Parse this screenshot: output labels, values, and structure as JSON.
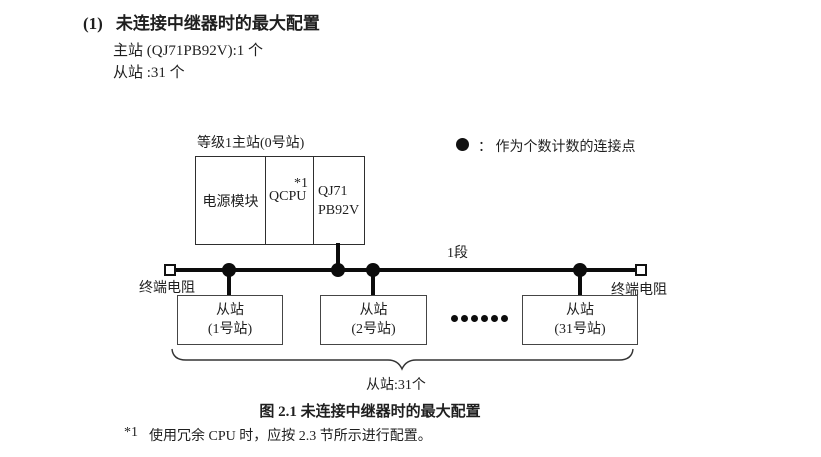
{
  "header": {
    "number": "(1)",
    "title": "未连接中继器时的最大配置",
    "master_line": "主站 (QJ71PB92V):1 个",
    "slave_line": "从站 :31 个"
  },
  "legend": {
    "text": "： 作为个数计数的连接点"
  },
  "master": {
    "label": "等级1主站(0号站)",
    "power": "电源模块",
    "cpu": "QCPU",
    "cpu_note": "*1",
    "pb_line1": "QJ71",
    "pb_line2": "PB92V"
  },
  "bus": {
    "segment_label": "1段",
    "terminator_left": "终端电阻",
    "terminator_right": "终端电阻"
  },
  "slaves": [
    {
      "line1": "从站",
      "line2": "(1号站)"
    },
    {
      "line1": "从站",
      "line2": "(2号站)"
    },
    {
      "line1": "从站",
      "line2": "(31号站)"
    }
  ],
  "bracket_label": "从站:31个",
  "caption": "图 2.1 未连接中继器时的最大配置",
  "footnote": {
    "marker": "*1",
    "text": "使用冗余 CPU 时，应按 2.3 节所示进行配置。"
  }
}
